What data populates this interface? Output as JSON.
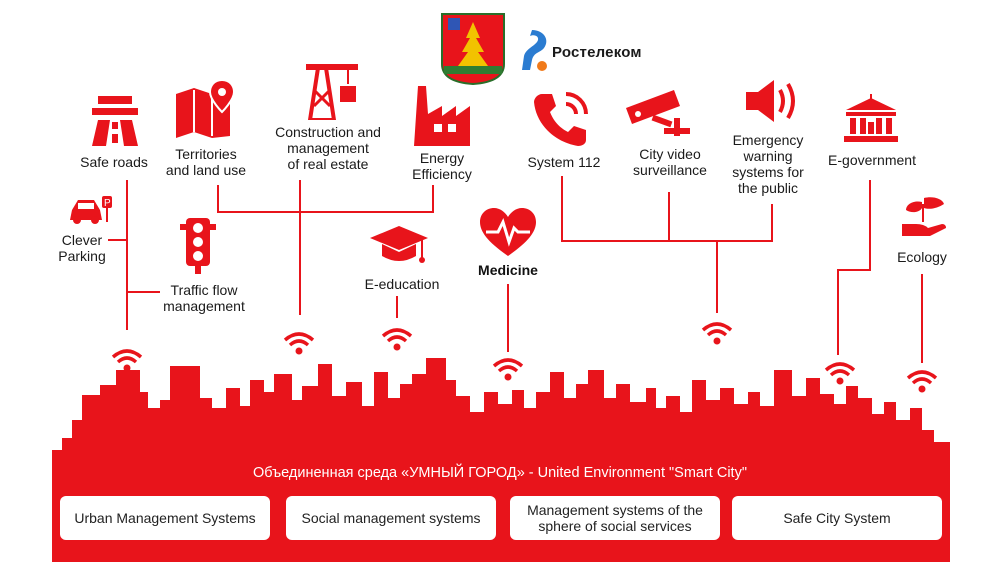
{
  "colors": {
    "accent": "#e8141b",
    "text": "#1a1a1a",
    "box": "#ffffff"
  },
  "header": {
    "coat_of_arms_icon": "coat-of-arms-icon",
    "brand_icon": "rostelecom-logo-icon",
    "brand_name": "Ростелеком"
  },
  "services": {
    "safe_roads": {
      "label": "Safe roads",
      "icon": "road-icon"
    },
    "territories": {
      "label": "Territories\nand land use",
      "icon": "map-pin-icon"
    },
    "construction": {
      "label": "Construction and\nmanagement\nof real estate",
      "icon": "crane-icon"
    },
    "energy": {
      "label": "Energy\nEfficiency",
      "icon": "factory-icon"
    },
    "system112": {
      "label": "System 112",
      "icon": "phone-icon"
    },
    "video": {
      "label": "City video\nsurveillance",
      "icon": "camera-icon"
    },
    "warning": {
      "label": "Emergency\nwarning\nsystems for\nthe public",
      "icon": "speaker-icon"
    },
    "egov": {
      "label": "E-government",
      "icon": "government-building-icon"
    },
    "parking": {
      "label": "Clever\nParking",
      "icon": "parking-car-icon"
    },
    "traffic": {
      "label": "Traffic flow\nmanagement",
      "icon": "traffic-light-icon"
    },
    "education": {
      "label": "E-education",
      "icon": "graduation-cap-icon"
    },
    "medicine": {
      "label": "Medicine",
      "icon": "heart-pulse-icon"
    },
    "ecology": {
      "label": "Ecology",
      "icon": "leaf-hand-icon"
    }
  },
  "wifi_icon": "wifi-icon",
  "banner": {
    "title": "Объединенная среда «УМНЫЙ ГОРОД» - United Environment \"Smart City\"",
    "systems": [
      {
        "label": "Urban Management Systems"
      },
      {
        "label": "Social management systems"
      },
      {
        "label": "Management systems of the\nsphere of social services"
      },
      {
        "label": "Safe City System"
      }
    ]
  }
}
